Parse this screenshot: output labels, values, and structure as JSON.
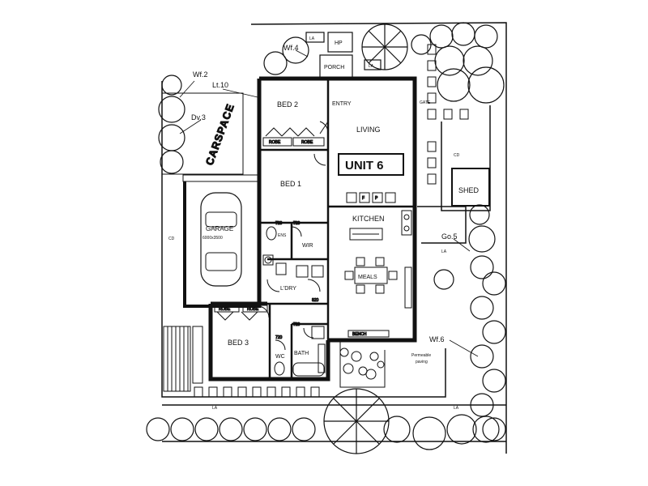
{
  "labels": {
    "unit": "UNIT 6",
    "living": "LIVING",
    "entry": "ENTRY",
    "bed2": "BED 2",
    "bed1": "BED 1",
    "bed3": "BED 3",
    "kitchen": "KITCHEN",
    "meals": "MEALS",
    "ldry": "L'DRY",
    "wir": "WIR",
    "ens": "ENS",
    "wc": "WC",
    "bath": "BATH",
    "porch": "PORCH",
    "hp": "HP",
    "shed": "SHED",
    "garage": "GARAGE",
    "garage_size": "6000x3500",
    "carspace": "CARSPACE",
    "permeable_paving": [
      "Permeable",
      "paving"
    ],
    "wf4": "Wf.4",
    "wf2": "Wf.2",
    "wf6": "Wf.6",
    "lt10": "Lt.10",
    "dv3": "Dv.3",
    "go5": "Go.5",
    "la": "LA",
    "gate": "GATE",
    "robe": "ROBE",
    "door_720": "720",
    "door_820": "820",
    "fridge": "F",
    "pantry": "P",
    "cupboard": "CD",
    "bench": "BENCH"
  }
}
